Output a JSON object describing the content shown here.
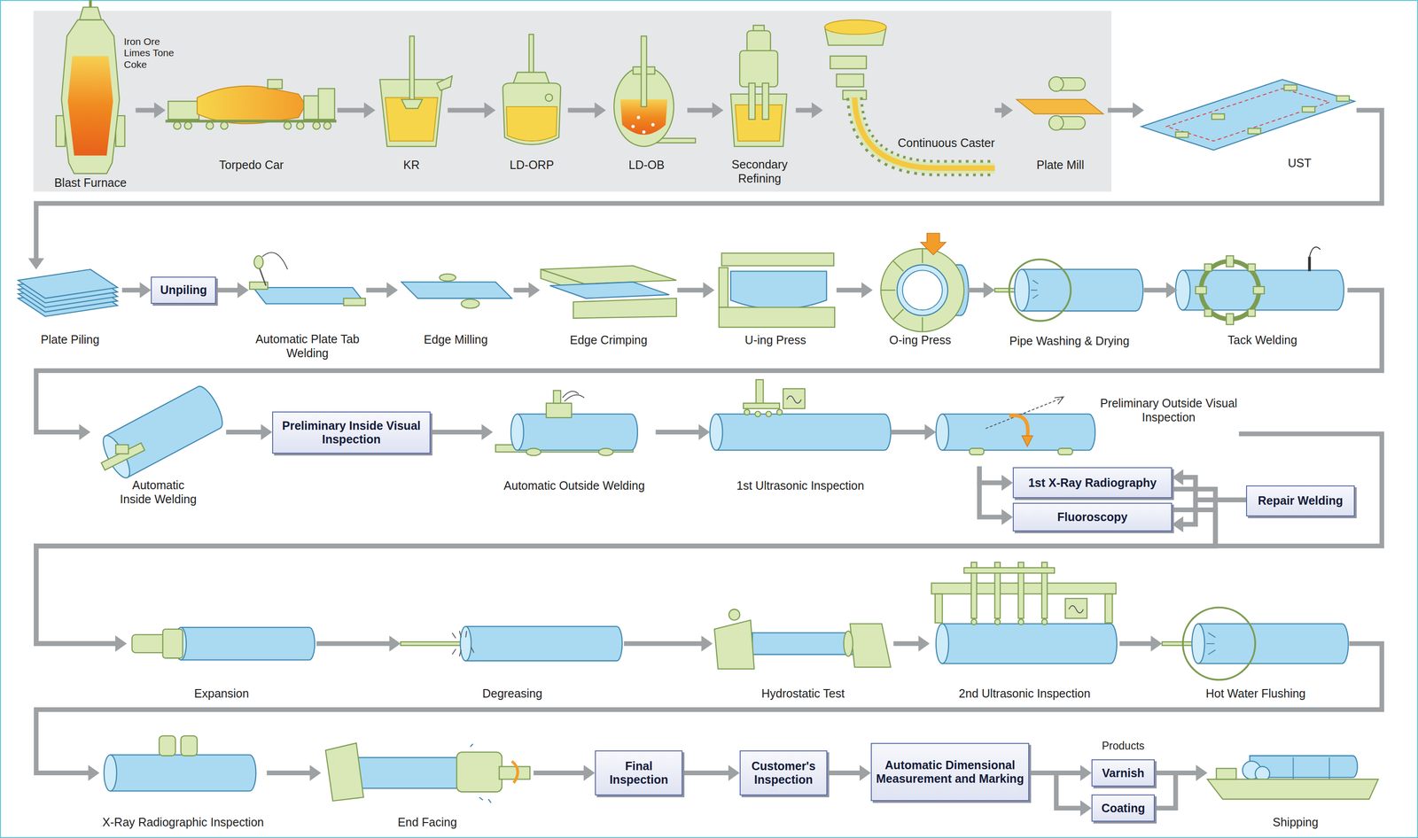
{
  "diagram": {
    "nodes": [
      {
        "text": [
          "Blast Furnace"
        ]
      },
      {
        "text": [
          "Torpedo Car"
        ]
      },
      {
        "text": [
          "KR"
        ]
      },
      {
        "text": [
          "LD-ORP"
        ]
      },
      {
        "text": [
          "LD-OB"
        ]
      },
      {
        "text": [
          "Secondary Refining"
        ]
      },
      {
        "text": [
          "Continuous Caster"
        ]
      },
      {
        "text": [
          "Plate Mill"
        ]
      },
      {
        "text": [
          "UST"
        ]
      },
      {
        "text": [
          "Plate Piling"
        ]
      },
      {
        "text": [
          "Unpiling"
        ]
      },
      {
        "text": [
          "Automatic Plate Tab Welding"
        ]
      },
      {
        "text": [
          "Edge Milling"
        ]
      },
      {
        "text": [
          "Edge Crimping"
        ]
      },
      {
        "text": [
          "U-ing Press"
        ]
      },
      {
        "text": [
          "O-ing Press"
        ]
      },
      {
        "text": [
          "Pipe Washing & Drying"
        ]
      },
      {
        "text": [
          "Tack Welding"
        ]
      },
      {
        "text": [
          "Automatic Inside Welding"
        ]
      },
      {
        "text": [
          "Preliminary Inside Visual Inspection"
        ]
      },
      {
        "text": [
          "Automatic Outside Welding"
        ]
      },
      {
        "text": [
          "1st Ultrasonic Inspection"
        ]
      },
      {
        "text": [
          "Preliminary Outside Visual Inspection"
        ]
      },
      {
        "text": [
          "1st X-Ray Radiography"
        ]
      },
      {
        "text": [
          "Fluoroscopy"
        ]
      },
      {
        "text": [
          "Repair Welding"
        ]
      },
      {
        "text": [
          "Expansion"
        ]
      },
      {
        "text": [
          "Degreasing"
        ]
      },
      {
        "text": [
          "Hydrostatic Test"
        ]
      },
      {
        "text": [
          "2nd Ultrasonic Inspection"
        ]
      },
      {
        "text": [
          "Hot Water Flushing"
        ]
      },
      {
        "text": [
          "X-Ray Radiographic Inspection"
        ]
      },
      {
        "text": [
          "End Facing"
        ]
      },
      {
        "text": [
          "Final Inspection"
        ]
      },
      {
        "text": [
          "Customer's Inspection"
        ]
      },
      {
        "text": [
          "Automatic Dimensional Measurement and Marking"
        ]
      },
      {
        "text": [
          "Varnish"
        ]
      },
      {
        "text": [
          "Coating"
        ]
      },
      {
        "text": [
          "Shipping"
        ]
      }
    ],
    "edges": [
      {
        "from": 0,
        "to": 1,
        "arrow": "to"
      },
      {
        "from": 1,
        "to": 2,
        "arrow": "to"
      },
      {
        "from": 2,
        "to": 3,
        "arrow": "to"
      },
      {
        "from": 3,
        "to": 4,
        "arrow": "to"
      },
      {
        "from": 4,
        "to": 5,
        "arrow": "to"
      },
      {
        "from": 5,
        "to": 6,
        "arrow": "to"
      },
      {
        "from": 6,
        "to": 7,
        "arrow": "to"
      },
      {
        "from": 7,
        "to": 8,
        "arrow": "to"
      },
      {
        "from": 8,
        "to": 9,
        "arrow": "to"
      },
      {
        "from": 9,
        "to": 10,
        "arrow": "to"
      },
      {
        "from": 10,
        "to": 11,
        "arrow": "to"
      },
      {
        "from": 11,
        "to": 12,
        "arrow": "to"
      },
      {
        "from": 12,
        "to": 13,
        "arrow": "to"
      },
      {
        "from": 13,
        "to": 14,
        "arrow": "to"
      },
      {
        "from": 14,
        "to": 15,
        "arrow": "to"
      },
      {
        "from": 15,
        "to": 16,
        "arrow": "to"
      },
      {
        "from": 16,
        "to": 17,
        "arrow": "to"
      },
      {
        "from": 17,
        "to": 18,
        "arrow": "to"
      },
      {
        "from": 18,
        "to": 19,
        "arrow": "to"
      },
      {
        "from": 19,
        "to": 20,
        "arrow": "to"
      },
      {
        "from": 20,
        "to": 21,
        "arrow": "to"
      },
      {
        "from": 21,
        "to": 22,
        "arrow": "to"
      },
      {
        "from": 22,
        "to": 23,
        "arrow": "to"
      },
      {
        "from": 22,
        "to": 24,
        "arrow": "to"
      },
      {
        "from": 25,
        "to": 23,
        "arrow": "to"
      },
      {
        "from": 25,
        "to": 24,
        "arrow": "to"
      },
      {
        "from": 22,
        "to": 26,
        "arrow": "to"
      },
      {
        "from": 23,
        "to": 26,
        "arrow": "to"
      },
      {
        "from": 24,
        "to": 26,
        "arrow": "to"
      },
      {
        "from": 26,
        "to": 27,
        "arrow": "to"
      },
      {
        "from": 27,
        "to": 28,
        "arrow": "to"
      },
      {
        "from": 28,
        "to": 29,
        "arrow": "to"
      },
      {
        "from": 29,
        "to": 30,
        "arrow": "to"
      },
      {
        "from": 30,
        "to": 31,
        "arrow": "to"
      },
      {
        "from": 31,
        "to": 32,
        "arrow": "to"
      },
      {
        "from": 32,
        "to": 33,
        "arrow": "to"
      },
      {
        "from": 33,
        "to": 34,
        "arrow": "to"
      },
      {
        "from": 34,
        "to": 35,
        "arrow": "to"
      },
      {
        "from": 35,
        "to": 36,
        "arrow": "to"
      },
      {
        "from": 35,
        "to": 37,
        "arrow": "to"
      },
      {
        "from": 36,
        "to": 38,
        "arrow": "to"
      },
      {
        "from": 37,
        "to": 38,
        "arrow": "to"
      }
    ],
    "labels": [
      "Iron Ore Limes Tone Coke",
      "Products"
    ]
  }
}
